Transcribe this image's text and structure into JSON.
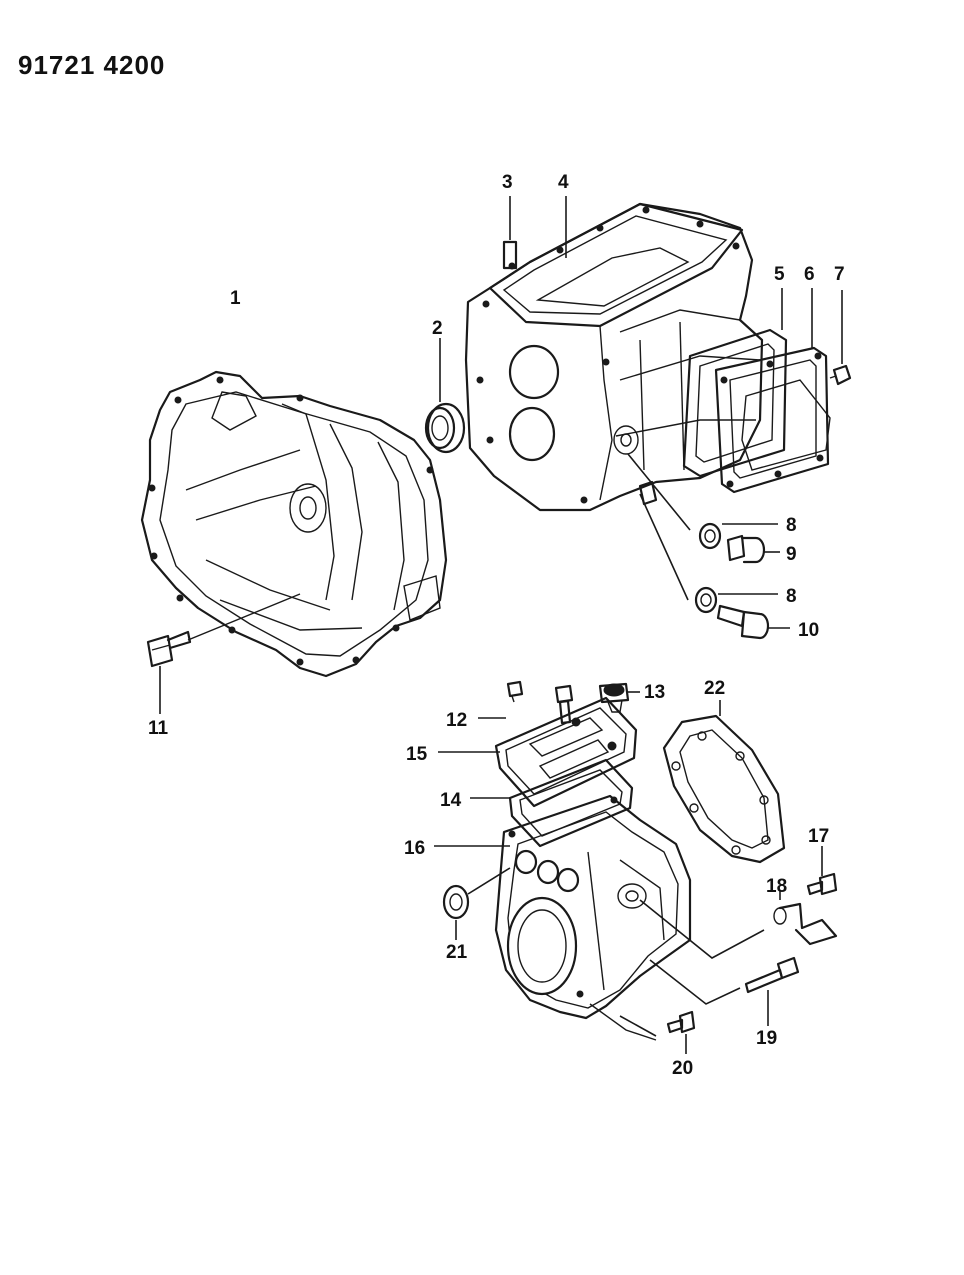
{
  "drawing_id": "91721 4200",
  "callouts": [
    {
      "id": "1",
      "text": "1"
    },
    {
      "id": "2",
      "text": "2"
    },
    {
      "id": "3",
      "text": "3"
    },
    {
      "id": "4",
      "text": "4"
    },
    {
      "id": "5",
      "text": "5"
    },
    {
      "id": "6",
      "text": "6"
    },
    {
      "id": "7",
      "text": "7"
    },
    {
      "id": "8a",
      "text": "8"
    },
    {
      "id": "9",
      "text": "9"
    },
    {
      "id": "8b",
      "text": "8"
    },
    {
      "id": "10",
      "text": "10"
    },
    {
      "id": "11",
      "text": "11"
    },
    {
      "id": "12",
      "text": "12"
    },
    {
      "id": "13",
      "text": "13"
    },
    {
      "id": "22",
      "text": "22"
    },
    {
      "id": "15",
      "text": "15"
    },
    {
      "id": "14",
      "text": "14"
    },
    {
      "id": "16",
      "text": "16"
    },
    {
      "id": "17",
      "text": "17"
    },
    {
      "id": "18",
      "text": "18"
    },
    {
      "id": "21",
      "text": "21"
    },
    {
      "id": "19",
      "text": "19"
    },
    {
      "id": "20",
      "text": "20"
    }
  ]
}
